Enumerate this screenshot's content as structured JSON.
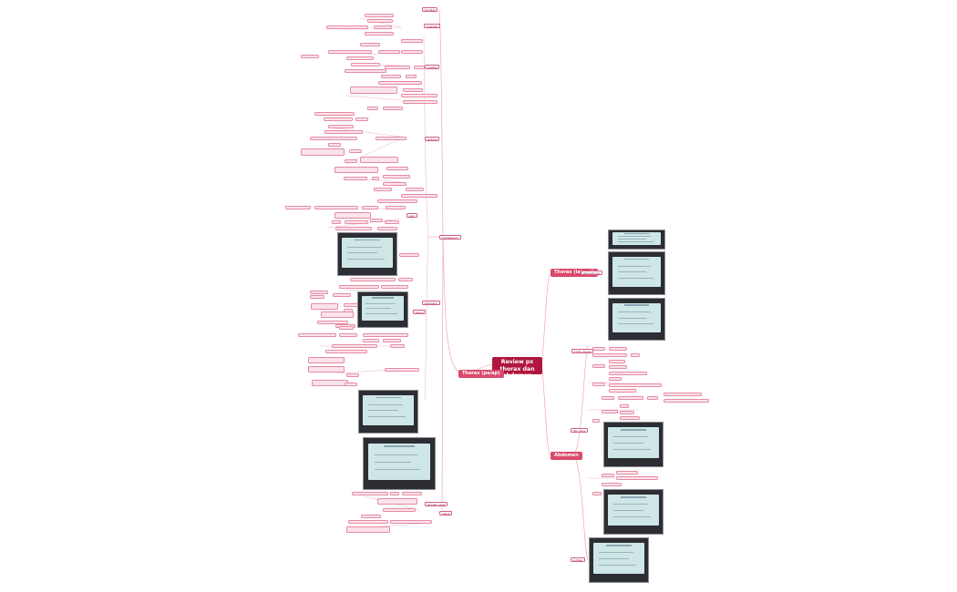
{
  "diagram": {
    "root": "Review px thorax dan abdomen",
    "branches": [
      {
        "id": "thorax_pa",
        "label": "Thorax (pa/ap)"
      },
      {
        "id": "thorax_lat",
        "label": "Thorax (lateral)"
      },
      {
        "id": "abdomen",
        "label": "Abdomen"
      }
    ],
    "sub_tags": {
      "thorax_lat_1": "lateral thorax",
      "abd_1": "3 foto (posisi)",
      "abd_2": "foto polos",
      "abd_3": "indikasi"
    },
    "pa_sections": [
      "identitas",
      "Orientasi",
      "kualitas",
      "jantung",
      "paru",
      "mediastinum",
      "diafragma",
      "tulang",
      "jaringan lunak",
      "trakea"
    ]
  }
}
